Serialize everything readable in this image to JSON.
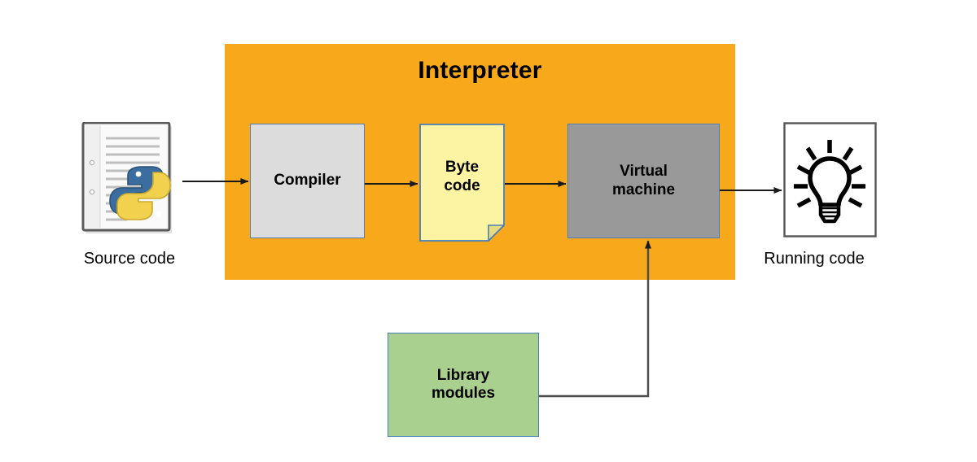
{
  "diagram": {
    "type": "flowchart",
    "title": "Interpreter",
    "background_color": "#ffffff",
    "panel": {
      "label": "Interpreter",
      "fill": "#F7A81B"
    },
    "nodes": [
      {
        "id": "source-code",
        "label": "Source code",
        "kind": "icon-document",
        "icon": "python-document-icon",
        "fill": "#ffffff",
        "inside_interpreter": false
      },
      {
        "id": "compiler",
        "label": "Compiler",
        "kind": "process",
        "fill": "#DCDCDC",
        "stroke": "#4A7EBB",
        "inside_interpreter": true
      },
      {
        "id": "byte-code",
        "label": "Byte\ncode",
        "label_line1": "Byte",
        "label_line2": "code",
        "kind": "note",
        "fill": "#FCF4A3",
        "stroke": "#4A7EBB",
        "inside_interpreter": true
      },
      {
        "id": "virtual-machine",
        "label": "Virtual\nmachine",
        "label_line1": "Virtual",
        "label_line2": "machine",
        "kind": "process",
        "fill": "#999999",
        "stroke": "#4A7EBB",
        "inside_interpreter": true
      },
      {
        "id": "running-code",
        "label": "Running code",
        "kind": "icon-document",
        "icon": "lightbulb-icon",
        "fill": "#ffffff",
        "inside_interpreter": false
      },
      {
        "id": "library-modules",
        "label": "Library\nmodules",
        "label_line1": "Library",
        "label_line2": "modules",
        "kind": "process",
        "fill": "#A9D08E",
        "stroke": "#4A7EBB",
        "inside_interpreter": false
      }
    ],
    "edges": [
      {
        "id": "edge-source-compiler",
        "from": "source-code",
        "to": "compiler",
        "style": "straight-arrow",
        "direction": "right"
      },
      {
        "id": "edge-compiler-bytecode",
        "from": "compiler",
        "to": "byte-code",
        "style": "straight-arrow",
        "direction": "right"
      },
      {
        "id": "edge-bytecode-vm",
        "from": "byte-code",
        "to": "virtual-machine",
        "style": "straight-arrow",
        "direction": "right"
      },
      {
        "id": "edge-vm-running",
        "from": "virtual-machine",
        "to": "running-code",
        "style": "straight-arrow",
        "direction": "right"
      },
      {
        "id": "edge-library-vm",
        "from": "library-modules",
        "to": "virtual-machine",
        "style": "elbow-arrow",
        "direction": "up"
      }
    ],
    "colors": {
      "orange_panel": "#F7A81B",
      "compiler_gray": "#DCDCDC",
      "vm_gray": "#999999",
      "bytecode_yellow": "#FCF4A3",
      "library_green": "#A9D08E",
      "box_border_blue": "#4A7EBB",
      "arrow_black": "#1A1A1A",
      "text_black": "#000000"
    }
  },
  "captions": {
    "source": "Source code",
    "running": "Running code"
  }
}
